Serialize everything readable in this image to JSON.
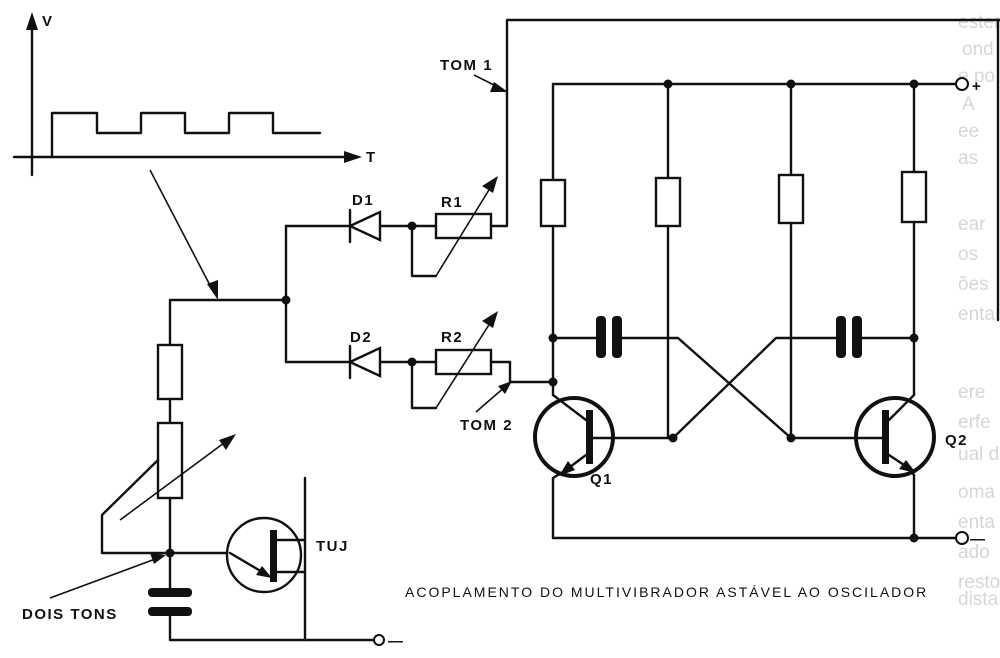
{
  "labels": {
    "v_axis": "V",
    "t_axis": "T",
    "tom1": "TOM 1",
    "tom2": "TOM 2",
    "d1": "D1",
    "d2": "D2",
    "r1": "R1",
    "r2": "R2",
    "q1": "Q1",
    "q2": "Q2",
    "tuj": "TUJ",
    "dois_tons": "DOIS TONS",
    "plus": "+",
    "minus_right": "—",
    "minus_bottom": "—"
  },
  "caption": "ACOPLAMENTO DO MULTIVIBRADOR ASTÁVEL AO OSCILADOR",
  "bleed_text": [
    "ester",
    "ond",
    "e po",
    "A",
    "ee",
    "as",
    "ear",
    "os",
    "ões",
    "enta",
    "ere",
    "erfe",
    "ual d",
    "oma",
    "enta",
    "ado",
    "resto",
    "dista"
  ]
}
